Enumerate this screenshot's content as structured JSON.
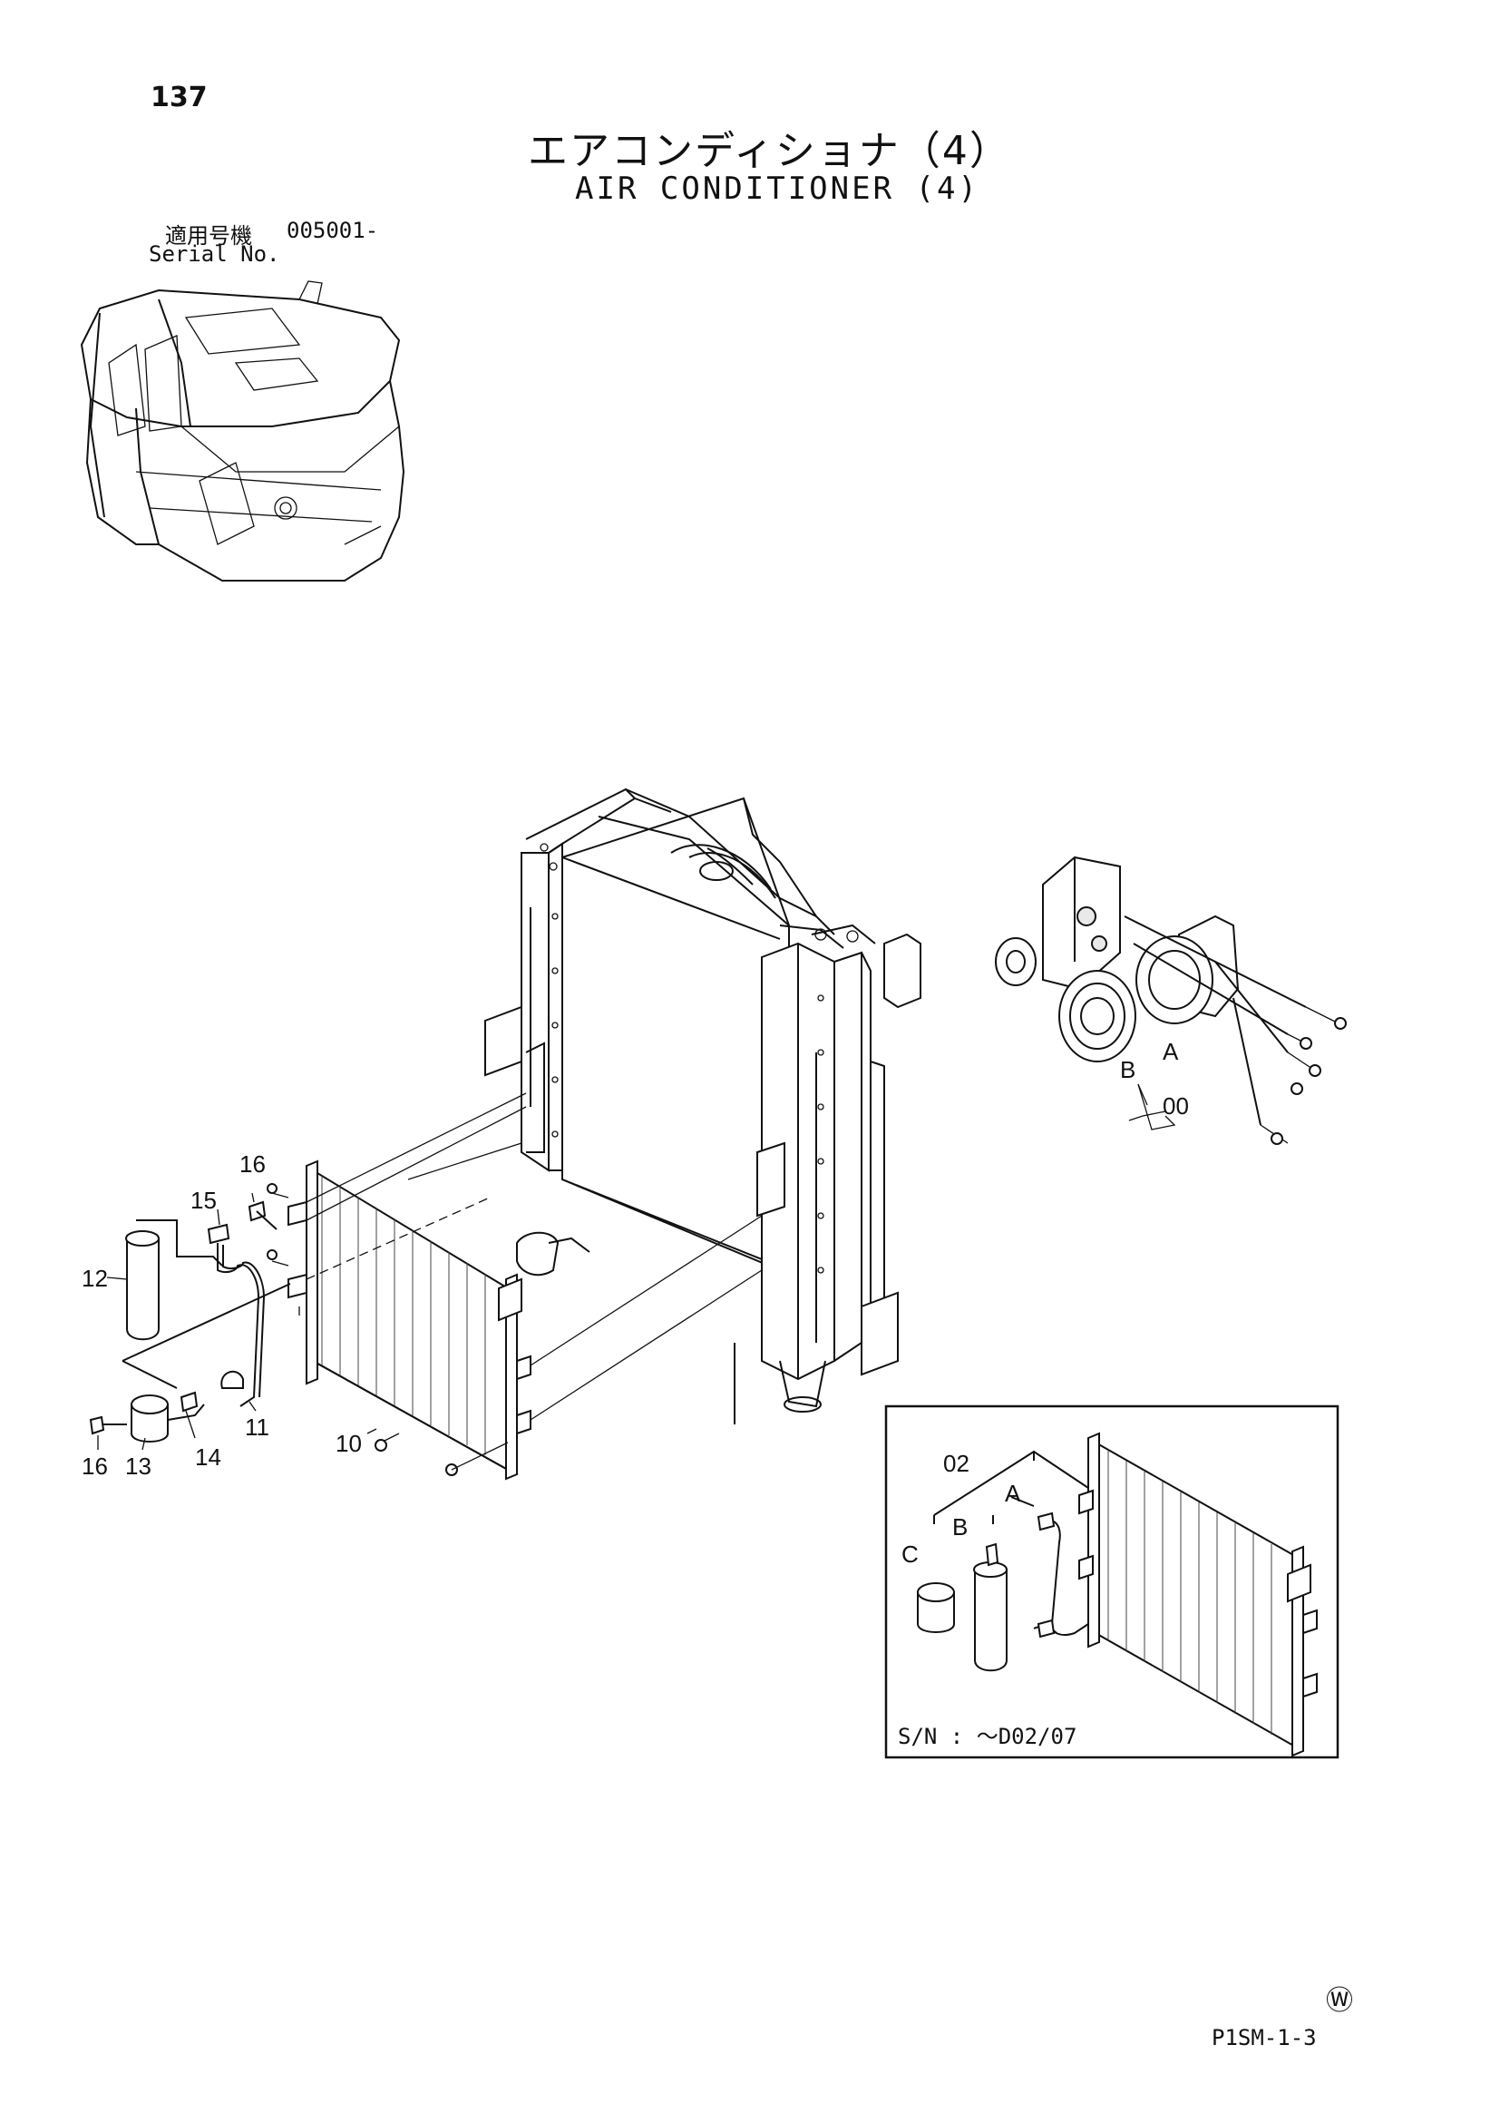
{
  "page_number": "137",
  "title_jp": "エアコンディショナ（4）",
  "title_en": "AIR CONDITIONER (4)",
  "serial": {
    "label_jp": "適用号機",
    "label_en": "Serial No.",
    "value": "005001-"
  },
  "callouts": {
    "c16a": "16",
    "c15": "15",
    "c12": "12",
    "c11": "11",
    "c10": "10",
    "c14": "14",
    "c13": "13",
    "c16b": "16",
    "compA": "A",
    "compB": "B",
    "comp00": "00",
    "inset02": "02",
    "insetA": "A",
    "insetB": "B",
    "insetC": "C"
  },
  "inset": {
    "serial_text": "S/N :  ～D02/07"
  },
  "footer": {
    "marker": "Ⓦ",
    "page_code": "P1SM-1-3"
  }
}
